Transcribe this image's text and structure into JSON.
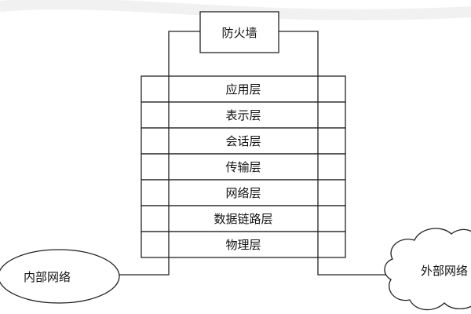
{
  "firewall": {
    "label": "防火墙"
  },
  "osi_layers": [
    {
      "label": "应用层"
    },
    {
      "label": "表示层"
    },
    {
      "label": "会话层"
    },
    {
      "label": "传输层"
    },
    {
      "label": "网络层"
    },
    {
      "label": "数据链路层"
    },
    {
      "label": "物理层"
    }
  ],
  "internal_network": {
    "label": "内部网络"
  },
  "external_network": {
    "label": "外部网络"
  },
  "colors": {
    "line": "#222222",
    "fill": "#ffffff",
    "text": "#111111"
  }
}
